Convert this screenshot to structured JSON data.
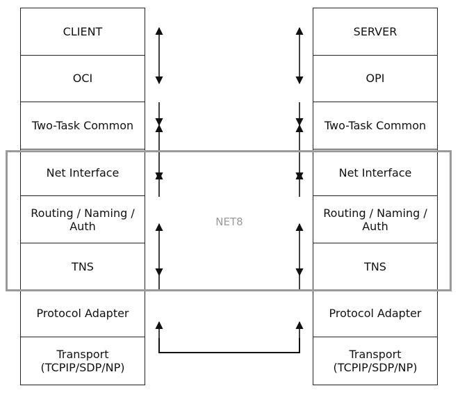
{
  "client_stack": {
    "layers": [
      "CLIENT",
      "OCI",
      "Two-Task Common",
      "Net Interface",
      "Routing / Naming /\nAuth",
      "TNS",
      "Protocol Adapter",
      "Transport\n(TCPIP/SDP/NP)"
    ]
  },
  "server_stack": {
    "layers": [
      "SERVER",
      "OPI",
      "Two-Task Common",
      "Net Interface",
      "Routing / Naming /\nAuth",
      "TNS",
      "Protocol Adapter",
      "Transport\n(TCPIP/SDP/NP)"
    ]
  },
  "net8_label": "NET8"
}
